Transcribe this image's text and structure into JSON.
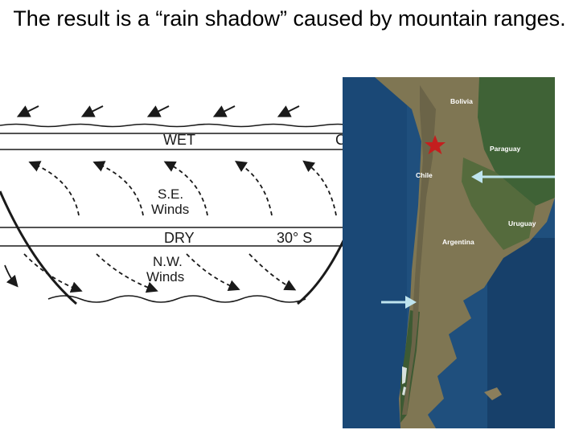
{
  "slide": {
    "title": "The result is a “rain shadow” caused by mountain ranges."
  },
  "diagram": {
    "band_wet_label": "WET",
    "band_dry_label": "DRY",
    "latitude_label": "30° S",
    "cut_letter": "C",
    "se_winds_line1": "S.E.",
    "se_winds_line2": "Winds",
    "nw_winds_line1": "N.W.",
    "nw_winds_line2": "Winds"
  },
  "map": {
    "labels": {
      "bolivia": "Bolivia",
      "paraguay": "Paraguay",
      "chile": "Chile",
      "uruguay": "Uruguay",
      "argentina": "Argentina"
    },
    "colors": {
      "ocean": "#1f4f7d",
      "land": "#8a7e5c",
      "forest": "#3f6236",
      "marker_star": "#c41e1e",
      "wind_arrow": "#bfe4ee"
    }
  }
}
